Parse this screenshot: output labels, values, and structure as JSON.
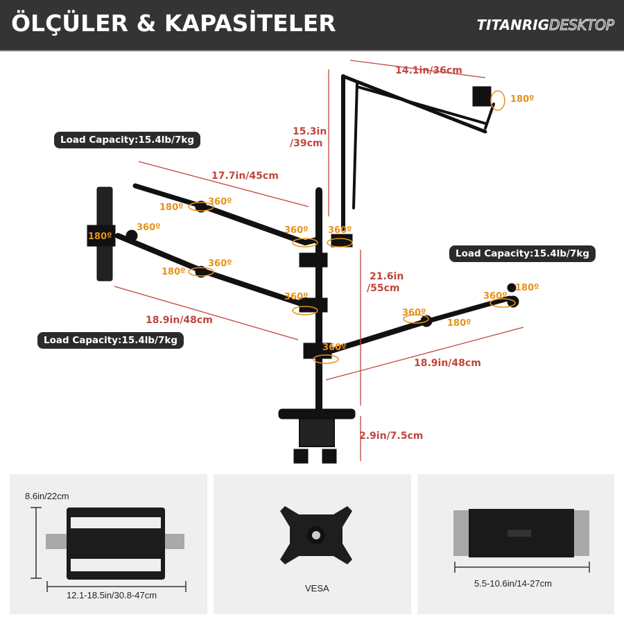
{
  "header": {
    "title": "ÖLÇÜLER & KAPASİTELER",
    "brand_part1": "TITANRIG",
    "brand_part2": "DESKTOP"
  },
  "measurements": {
    "boom_length": "14.1in/36cm",
    "boom_height_a": "15.3in",
    "boom_height_b": "/39cm",
    "upper_arm": "17.7in/45cm",
    "pole_height_a": "21.6in",
    "pole_height_b": "/55cm",
    "lower_left_arm": "18.9in/48cm",
    "right_arm": "18.9in/48cm",
    "clamp": "2.9in/7.5cm"
  },
  "rotations": [
    "180º",
    "180º",
    "360º",
    "360º",
    "180º",
    "360º",
    "360º",
    "360º",
    "180º",
    "360º",
    "360º",
    "360º",
    "180º",
    "360º",
    "180º"
  ],
  "load_badges": [
    "Load Capacity:15.4lb/7kg",
    "Load Capacity:15.4lb/7kg",
    "Load Capacity:15.4lb/7kg"
  ],
  "panels": {
    "laptop_tray": {
      "height": "8.6in/22cm",
      "width": "12.1-18.5in/30.8-47cm"
    },
    "vesa": {
      "label": "VESA"
    },
    "tablet_holder": {
      "width": "5.5-10.6in/14-27cm"
    }
  },
  "colors": {
    "measure": "#c0453d",
    "rotation": "#e8901a",
    "header": "#343434"
  }
}
